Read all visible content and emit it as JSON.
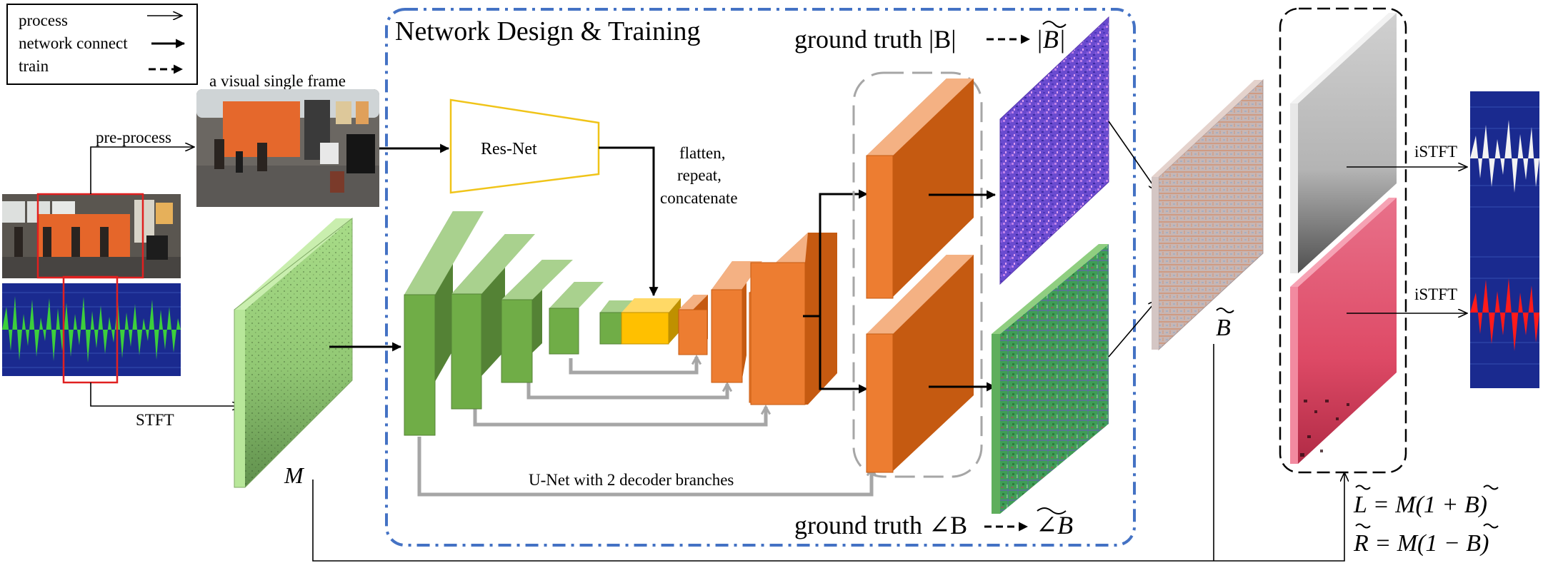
{
  "legend": {
    "items": [
      {
        "label": "process",
        "arrow": "thin-open"
      },
      {
        "label": "network connect",
        "arrow": "thick-solid"
      },
      {
        "label": "train",
        "arrow": "dashed"
      }
    ]
  },
  "input": {
    "frame_caption": "a visual single frame",
    "preprocess_label": "pre-process",
    "stft_label": "STFT",
    "mixture_symbol": "M"
  },
  "network": {
    "title": "Network Design & Training",
    "resnet_label": "Res-Net",
    "fusion_lines": [
      "flatten,",
      "repeat,",
      "concatenate"
    ],
    "unet_caption": "U-Net with 2 decoder branches",
    "gt_mag_text": "ground truth |B| ",
    "gt_mag_target": "|B|",
    "gt_phase_text": "ground truth ∠B ",
    "gt_phase_target": "∠B"
  },
  "output": {
    "btilde_symbol": "B",
    "istft_top": "iSTFT",
    "istft_bottom": "iSTFT",
    "eq_left": "L = M(1 + B)",
    "eq_right": "R = M(1 − B)"
  },
  "colors": {
    "encoder_green": "#70ad47",
    "bottleneck_yellow": "#ffc000",
    "decoder_orange": "#ed7d31",
    "resnet_border": "#f0c419",
    "network_border": "#4472c4",
    "spectrogram_green": "#9fd47a",
    "mag_purple": "#7050d0",
    "phase_green": "#3a9a4a",
    "right_channel_red": "#e8364f",
    "waveform_blue": "#1b2a8a"
  }
}
